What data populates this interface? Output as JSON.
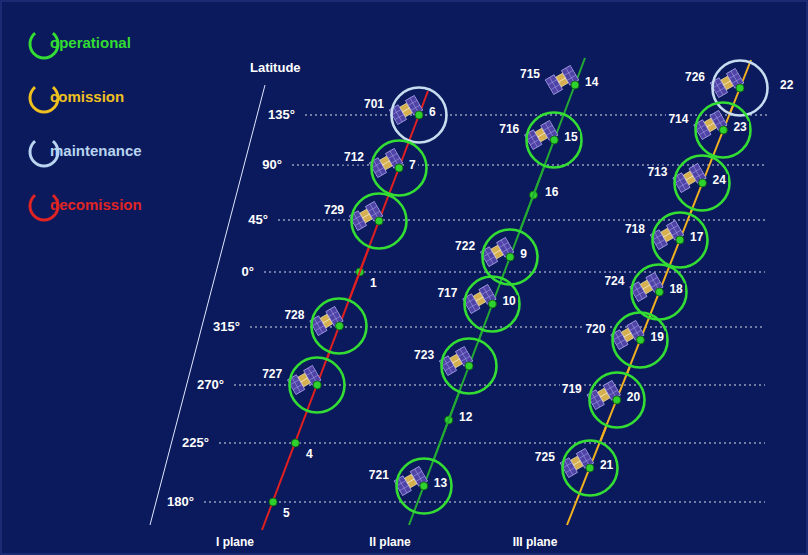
{
  "diagram": {
    "nodes": [
      {
        "text": [
          "701",
          "6"
        ]
      },
      {
        "text": [
          "712",
          "7"
        ]
      },
      {
        "text": [
          "729"
        ]
      },
      {
        "text": [
          "728"
        ]
      },
      {
        "text": [
          "727"
        ]
      },
      {
        "text": [
          "716",
          "15"
        ]
      },
      {
        "text": [
          "722",
          "9"
        ]
      },
      {
        "text": [
          "717",
          "10"
        ]
      },
      {
        "text": [
          "723"
        ]
      },
      {
        "text": [
          "721",
          "13"
        ]
      },
      {
        "text": [
          "726",
          "22"
        ]
      },
      {
        "text": [
          "714",
          "23"
        ]
      },
      {
        "text": [
          "713",
          "24"
        ]
      },
      {
        "text": [
          "718",
          "17"
        ]
      },
      {
        "text": [
          "724",
          "18"
        ]
      },
      {
        "text": [
          "720",
          "19"
        ]
      },
      {
        "text": [
          "719",
          "20"
        ]
      },
      {
        "text": [
          "725",
          "21"
        ]
      }
    ],
    "edges": [
      {
        "from": 0,
        "to": 1,
        "arrow": "none"
      },
      {
        "from": 1,
        "to": 2,
        "arrow": "none"
      },
      {
        "from": 2,
        "to": 3,
        "arrow": "none"
      },
      {
        "from": 3,
        "to": 4,
        "arrow": "none"
      },
      {
        "from": 5,
        "to": 6,
        "arrow": "none"
      },
      {
        "from": 6,
        "to": 7,
        "arrow": "none"
      },
      {
        "from": 7,
        "to": 8,
        "arrow": "none"
      },
      {
        "from": 8,
        "to": 9,
        "arrow": "none"
      },
      {
        "from": 10,
        "to": 11,
        "arrow": "none"
      },
      {
        "from": 11,
        "to": 12,
        "arrow": "none"
      },
      {
        "from": 12,
        "to": 13,
        "arrow": "none"
      },
      {
        "from": 13,
        "to": 14,
        "arrow": "none"
      },
      {
        "from": 14,
        "to": 15,
        "arrow": "none"
      },
      {
        "from": 15,
        "to": 16,
        "arrow": "none"
      },
      {
        "from": 16,
        "to": 17,
        "arrow": "none"
      }
    ],
    "labels": [
      "Latitude",
      "135°",
      "90°",
      "45°",
      "0°",
      "315°",
      "270°",
      "225°",
      "180°",
      "I plane",
      "II plane",
      "III plane",
      "1",
      "4",
      "5",
      "715",
      "14",
      "16",
      "12"
    ],
    "legend": [
      {
        "text": "operational",
        "color": "#33dd33"
      },
      {
        "text": "comission",
        "color": "#f0c020"
      },
      {
        "text": "maintenance",
        "color": "#b8d4f0"
      },
      {
        "text": "decomission",
        "color": "#e02424"
      }
    ]
  }
}
